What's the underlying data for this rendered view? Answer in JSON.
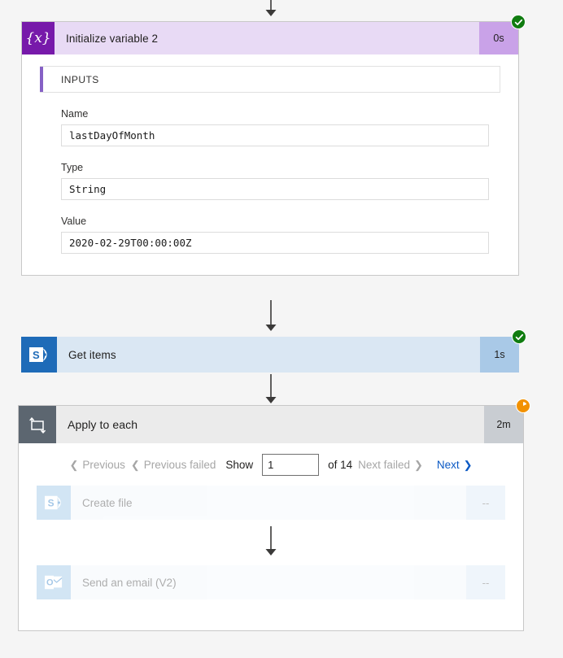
{
  "flow": {
    "steps": [
      {
        "id": "initialize-variable-2",
        "title": "Initialize variable 2",
        "duration": "0s",
        "status": "succeeded",
        "icon": "variable-icon",
        "icon_glyph": "{x}",
        "colors": {
          "header": "#e8daf5",
          "icon": "#7719aa",
          "duration": "#c9a2e8"
        },
        "details": {
          "section_title": "INPUTS",
          "fields": [
            {
              "label": "Name",
              "value": "lastDayOfMonth"
            },
            {
              "label": "Type",
              "value": "String"
            },
            {
              "label": "Value",
              "value": "2020-02-29T00:00:00Z"
            }
          ]
        }
      },
      {
        "id": "get-items",
        "title": "Get items",
        "duration": "1s",
        "status": "succeeded",
        "icon": "sharepoint-icon",
        "colors": {
          "header": "#dae7f3",
          "icon": "#1e6bb8",
          "duration": "#a9c9e7"
        }
      },
      {
        "id": "apply-to-each",
        "title": "Apply to each",
        "duration": "2m",
        "status": "running",
        "icon": "loop-icon",
        "colors": {
          "header": "#ebebeb",
          "icon": "#5c6670",
          "duration": "#c9cdd2"
        },
        "pager": {
          "previous_label": "Previous",
          "previous_failed_label": "Previous failed",
          "show_label": "Show",
          "page_value": "1",
          "of_label": "of 14",
          "next_failed_label": "Next failed",
          "next_label": "Next"
        },
        "children": [
          {
            "id": "create-file",
            "title": "Create file",
            "duration": "--",
            "icon": "sharepoint-icon"
          },
          {
            "id": "send-an-email-v2",
            "title": "Send an email (V2)",
            "duration": "--",
            "icon": "outlook-icon"
          }
        ]
      }
    ],
    "status_colors": {
      "succeeded": "#107c10",
      "running": "#f29100"
    }
  }
}
